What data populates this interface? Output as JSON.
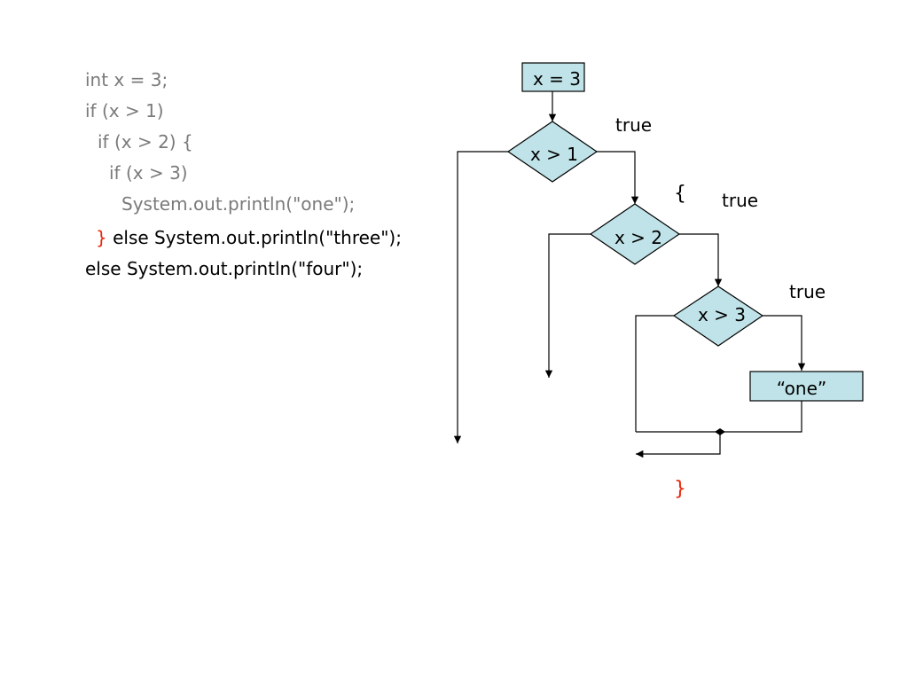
{
  "code": {
    "line1": "int x = 3;",
    "line2": "if (x > 1)",
    "line3": "if (x > 2) {",
    "line4": "if (x > 3)",
    "line5": "System.out.println(\"one\");",
    "line6_brace": "}",
    "line6_rest": " else System.out.println(\"three\");",
    "line7": "else System.out.println(\"four\");"
  },
  "flowchart": {
    "assign": "x = 3",
    "cond1": "x > 1",
    "cond2": "x > 2",
    "cond3": "x > 3",
    "output_one": "“one”",
    "true_label_1": "true",
    "true_label_2": "true",
    "true_label_3": "true",
    "open_brace": "{",
    "close_brace": "}"
  },
  "colors": {
    "box_fill": "#bfe3e8",
    "brace_red": "#e8280b",
    "code_gray": "#7a7a7a"
  }
}
